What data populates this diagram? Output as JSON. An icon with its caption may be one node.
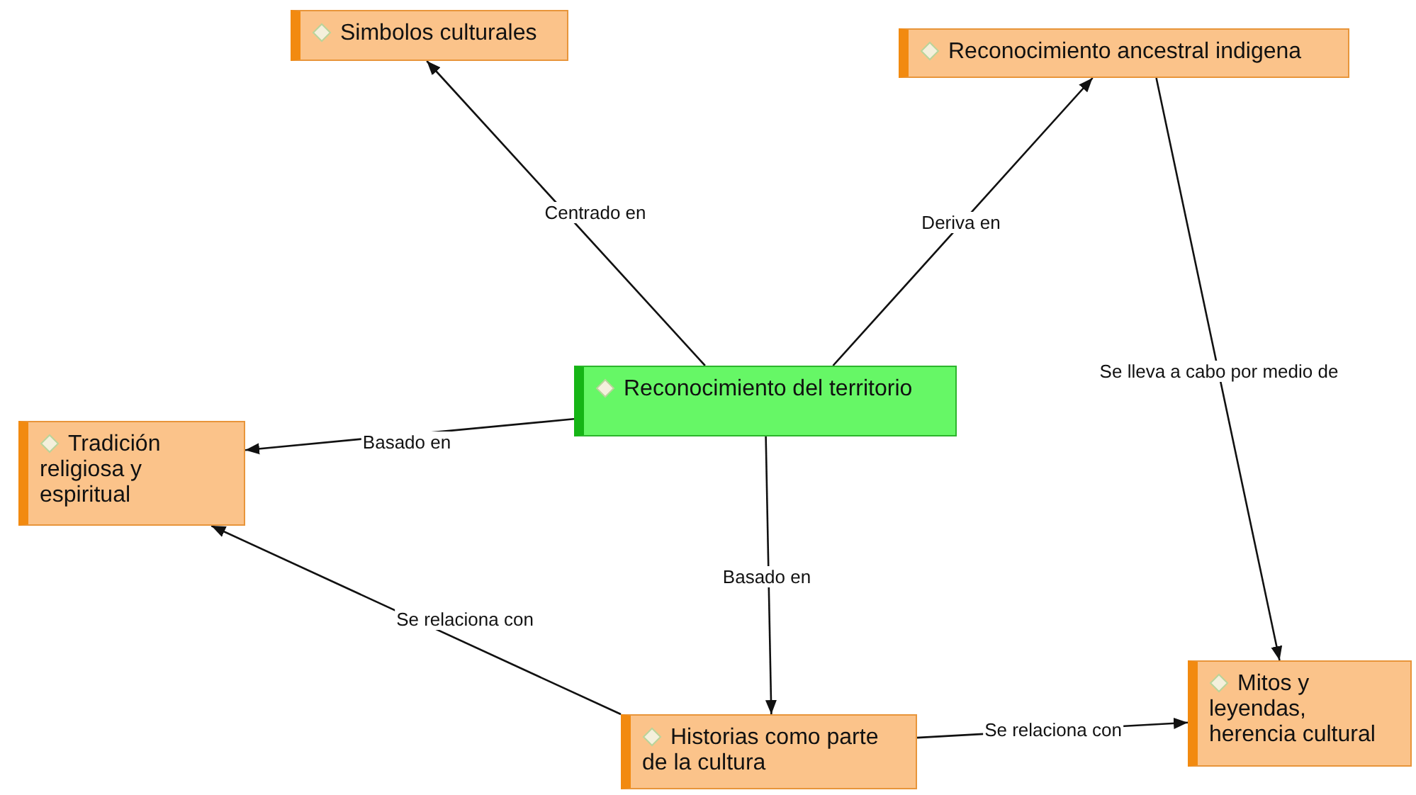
{
  "diagram": {
    "nodes": [
      {
        "text": [
          "Reconocimiento del territorio"
        ]
      },
      {
        "text": [
          "Simbolos culturales"
        ]
      },
      {
        "text": [
          "Reconocimiento ancestral indigena"
        ]
      },
      {
        "text": [
          "Tradición religiosa y espiritual"
        ]
      },
      {
        "text": [
          "Historias como parte de la cultura"
        ]
      },
      {
        "text": [
          "Mitos y leyendas, herencia cultural"
        ]
      }
    ],
    "edges": [
      {
        "from": 0,
        "to": 1,
        "arrow": "to",
        "label": "Centrado en"
      },
      {
        "from": 0,
        "to": 2,
        "arrow": "to",
        "label": "Deriva en"
      },
      {
        "from": 0,
        "to": 3,
        "arrow": "to",
        "label": "Basado en"
      },
      {
        "from": 0,
        "to": 4,
        "arrow": "to",
        "label": "Basado en"
      },
      {
        "from": 2,
        "to": 5,
        "arrow": "to",
        "label": "Se lleva a cabo por medio de"
      },
      {
        "from": 4,
        "to": 3,
        "arrow": "to",
        "label": "Se relaciona con"
      },
      {
        "from": 4,
        "to": 5,
        "arrow": "to",
        "label": "Se relaciona con"
      }
    ]
  }
}
